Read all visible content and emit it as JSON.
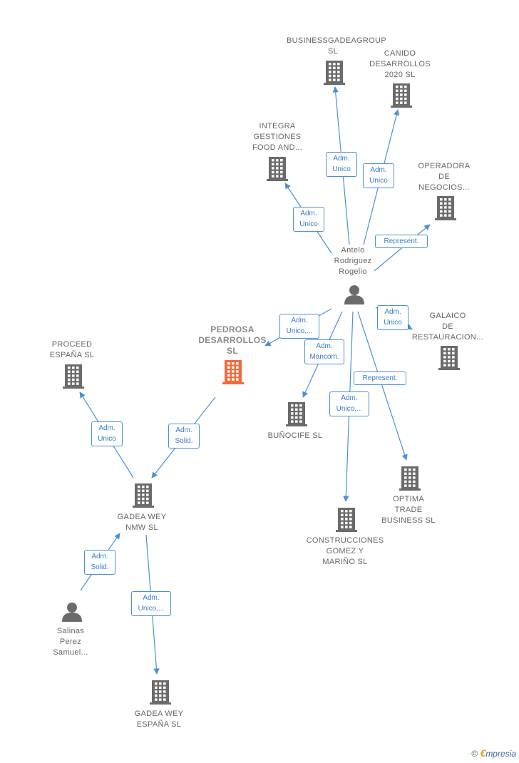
{
  "colors": {
    "edge": "#4a90d9",
    "building": "#6b6b6b",
    "focus": "#f26a3c",
    "person": "#6b6b6b"
  },
  "nodes": [
    {
      "id": "businessgadeagroup",
      "label": "BUSINESSGADEAGROUP\nSL",
      "type": "company"
    },
    {
      "id": "canido",
      "label": "CANIDO\nDESARROLLOS\n2020  SL",
      "type": "company"
    },
    {
      "id": "integra",
      "label": "INTEGRA\nGESTIONES\nFOOD AND...",
      "type": "company"
    },
    {
      "id": "operadora",
      "label": "OPERADORA\nDE\nNEGOCIOS...",
      "type": "company"
    },
    {
      "id": "antelo",
      "label": "Antelo\nRodriguez\nRogelio",
      "type": "person"
    },
    {
      "id": "galaico",
      "label": "GALAICO\nDE\nRESTAURACION...",
      "type": "company"
    },
    {
      "id": "pedrosa",
      "label": "PEDROSA\nDESARROLLOS\nSL",
      "type": "focus"
    },
    {
      "id": "proceed",
      "label": "PROCEED\nESPAÑA  SL",
      "type": "company"
    },
    {
      "id": "bunocife",
      "label": "BUÑOCIFE SL",
      "type": "company"
    },
    {
      "id": "optima",
      "label": "OPTIMA\nTRADE\nBUSINESS  SL",
      "type": "company"
    },
    {
      "id": "construcciones",
      "label": "CONSTRUCCIONES\nGOMEZ Y\nMARIÑO  SL",
      "type": "company"
    },
    {
      "id": "gadeanmw",
      "label": "GADEA WEY\nNMW  SL",
      "type": "company"
    },
    {
      "id": "salinas",
      "label": "Salinas\nPerez\nSamuel...",
      "type": "person"
    },
    {
      "id": "gadeaespana",
      "label": "GADEA WEY\nESPAÑA  SL",
      "type": "company"
    }
  ],
  "edges": [
    {
      "from": "antelo",
      "to": "businessgadeagroup",
      "label": "Adm.\nUnico"
    },
    {
      "from": "antelo",
      "to": "canido",
      "label": "Adm.\nUnico"
    },
    {
      "from": "antelo",
      "to": "integra",
      "label": "Adm.\nUnico"
    },
    {
      "from": "antelo",
      "to": "operadora",
      "label": "Represent."
    },
    {
      "from": "antelo",
      "to": "galaico",
      "label": "Adm.\nUnico"
    },
    {
      "from": "antelo",
      "to": "pedrosa",
      "label": "Adm.\nUnico,..."
    },
    {
      "from": "antelo",
      "to": "bunocife",
      "label": "Adm.\nMancom."
    },
    {
      "from": "antelo",
      "to": "optima",
      "label": "Represent."
    },
    {
      "from": "antelo",
      "to": "construcciones",
      "label": "Adm.\nUnico,..."
    },
    {
      "from": "gadeanmw",
      "to": "proceed",
      "label": "Adm.\nUnico"
    },
    {
      "from": "pedrosa",
      "to": "gadeanmw",
      "label": "Adm.\nSolid."
    },
    {
      "from": "salinas",
      "to": "gadeanmw",
      "label": "Adm.\nSolid."
    },
    {
      "from": "gadeanmw",
      "to": "gadeaespana",
      "label": "Adm.\nUnico,..."
    }
  ],
  "footer": {
    "copyright": "©",
    "brand_first": "€",
    "brand_rest": "mpresia"
  }
}
